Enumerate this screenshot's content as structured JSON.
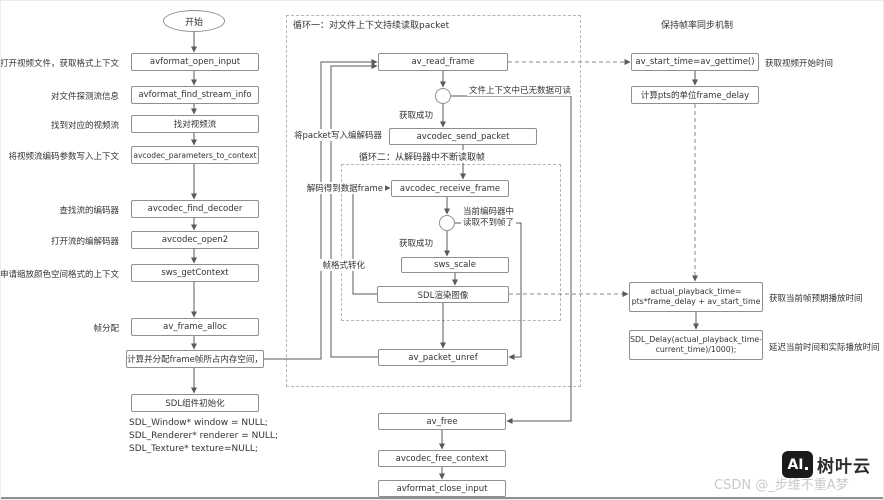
{
  "flow": {
    "start": "开始",
    "left": {
      "ann_open": "打开视频文件，获取格式上下文",
      "ann_probe": "对文件探测流信息",
      "ann_find_stream": "找到对应的视频流",
      "ann_params": "将视频流编码参数写入上下文",
      "ann_find_decoder": "查找流的编码器",
      "ann_open_codec": "打开流的编解码器",
      "ann_sws": "申请缩放颜色空间格式的上下文",
      "ann_frame_alloc": "帧分配",
      "box_open_input": "avformat_open_input",
      "box_find_stream_info": "avformat_find_stream_info",
      "box_find_video_stream": "找对视频流",
      "box_params_to_context": "avcodec_parameters_to_context",
      "box_find_decoder": "avcodec_find_decoder",
      "box_open2": "avcodec_open2",
      "box_sws_getcontext": "sws_getContext",
      "box_frame_alloc": "av_frame_alloc",
      "box_alloc_mem": "计算并分配frame帧所占内存空间，",
      "box_sdl_init": "SDL组件初始化",
      "code_line1": "SDL_Window* window = NULL;",
      "code_line2": "SDL_Renderer* renderer = NULL;",
      "code_line3": "SDL_Texture* texture=NULL;"
    },
    "loop1": {
      "title": "循环一：对文件上下文持续读取packet",
      "box_read_frame": "av_read_frame",
      "label_no_data": "文件上下文中已无数据可读",
      "label_success": "获取成功",
      "ann_send_packet": "将packet写入编解码器",
      "box_send_packet": "avcodec_send_packet",
      "box_packet_unref": "av_packet_unref"
    },
    "loop2": {
      "title": "循环二：从解码器中不断读取帧",
      "ann_receive": "解码得到数据frame",
      "box_receive_frame": "avcodec_receive_frame",
      "label_no_frame_1": "当前编码器中",
      "label_no_frame_2": "读取不到帧了",
      "label_success": "获取成功",
      "ann_sws_scale": "帧格式转化",
      "box_sws_scale": "sws_scale",
      "box_sdl_render": "SDL渲染图像"
    },
    "tail": {
      "box_av_free": "av_free",
      "box_free_context": "avcodec_free_context",
      "box_close_input": "avformat_close_input"
    },
    "sync": {
      "title": "保持帧率同步机制",
      "box_start_time": "av_start_time=av_gettime()",
      "ann_start_time": "获取视频开始时间",
      "box_frame_delay": "计算pts的单位frame_delay",
      "box_playback_line1": "actual_playback_time=",
      "box_playback_line2": "pts*frame_delay + av_start_time",
      "ann_playback": "获取当前帧预期播放时间",
      "box_delay_line1": "SDL_Delay(actual_playback_time-",
      "box_delay_line2": "current_time)/1000);",
      "ann_delay": "延迟当前时间和实际播放时间"
    }
  },
  "watermark": {
    "csdn": "CSDN @_步维不重A梦",
    "logo_ai": "AI",
    "logo_name": "树叶云"
  }
}
